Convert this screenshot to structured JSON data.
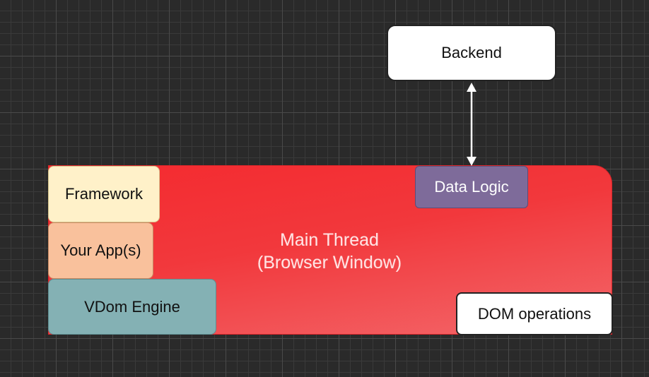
{
  "diagram": {
    "main_thread": {
      "label": "Main Thread\n(Browser Window)"
    },
    "boxes": {
      "framework": "Framework",
      "your_app": "Your App(s)",
      "vdom_engine": "VDom Engine",
      "data_logic": "Data Logic",
      "dom_operations": "DOM operations",
      "backend": "Backend"
    },
    "connectors": [
      {
        "from": "Data Logic",
        "to": "Backend",
        "type": "bidirectional-arrow"
      }
    ],
    "colors": {
      "background": "#2a2a2a",
      "main_thread": "#f42a2f",
      "framework": "#fff1c9",
      "your_app": "#f9c19c",
      "vdom_engine": "#84b1b4",
      "data_logic": "#7e6b9a",
      "white_box": "#ffffff"
    }
  }
}
